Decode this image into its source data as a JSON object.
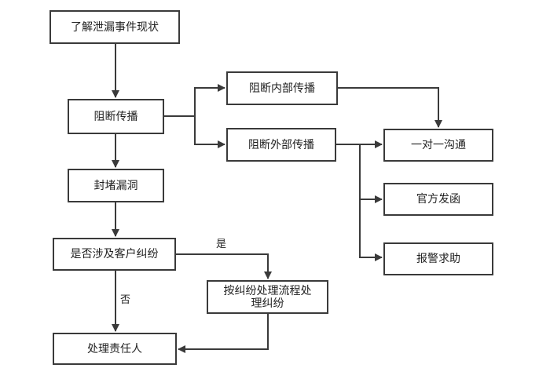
{
  "nodes": {
    "understand": "了解泄漏事件现状",
    "block_spread": "阻断传播",
    "block_internal": "阻断内部传播",
    "block_external": "阻断外部传播",
    "seal_leak": "封堵漏洞",
    "customer_dispute": "是否涉及客户纠纷",
    "dispute_process": "按纠纷处理流程处\n理纠纷",
    "responsible": "处理责任人",
    "one_on_one": "一对一沟通",
    "official_letter": "官方发函",
    "police": "报警求助"
  },
  "edge_labels": {
    "yes": "是",
    "no": "否"
  }
}
